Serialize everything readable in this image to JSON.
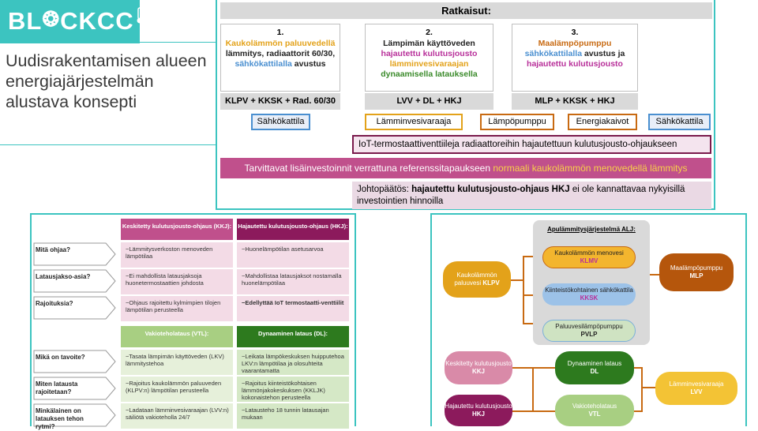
{
  "logo": {
    "text": "BL",
    "o": "❂",
    "rest": "CKCC"
  },
  "title": "Uudisrakentamisen alueen energiajärjestelmän alustava konsepti",
  "ratkaisut": "Ratkaisut:",
  "solutions": [
    {
      "num": "1.",
      "parts": [
        [
          "Kaukolämmön paluuvedellä",
          "#e3a21a"
        ],
        [
          " lämmitys, radiaattorit 60/30, ",
          "#222"
        ],
        [
          "sähkökattilalla",
          "#4a8fd0"
        ],
        [
          " avustus",
          "#222"
        ]
      ],
      "code": "KLPV + KKSK + Rad. 60/30"
    },
    {
      "num": "2.",
      "parts": [
        [
          "Lämpimän käyttöveden ",
          "#222"
        ],
        [
          "hajautettu kulutusjousto",
          "#b8309a"
        ],
        [
          " ",
          "#222"
        ],
        [
          "lämminvesivaraajan",
          "#e3a21a"
        ],
        [
          " ",
          "#222"
        ],
        [
          "dynaamisella latauksella",
          "#3a8a2a"
        ]
      ],
      "code": "LVV + DL + HKJ"
    },
    {
      "num": "3.",
      "parts": [
        [
          "Maalämpöpumppu",
          "#c86a12"
        ],
        [
          " ",
          "#222"
        ],
        [
          "sähkökattilalla",
          "#4a8fd0"
        ],
        [
          " avustus ja ",
          "#222"
        ],
        [
          "hajautettu kulutusjousto",
          "#b8309a"
        ]
      ],
      "code": "MLP + KKSK + HKJ"
    }
  ],
  "tags": [
    {
      "label": "Sähkökattila",
      "color": "#4a8fd0",
      "bg": "#e8eef8"
    },
    {
      "label": "Lämminvesivaraaja",
      "color": "#e3a21a",
      "bg": "#fff"
    },
    {
      "label": "Lämpöpumppu",
      "color": "#c86a12",
      "bg": "#fff"
    },
    {
      "label": "Energiakaivot",
      "color": "#c86a12",
      "bg": "#fff"
    },
    {
      "label": "Sähkökattila",
      "color": "#4a8fd0",
      "bg": "#e8eef8"
    }
  ],
  "iot": "IoT-termostaattiventtiileja radiaattoreihin hajautettuun kulutusjousto-ohjaukseen",
  "additional": {
    "text": "Tarvittavat lisäinvestoinnit verrattuna referenssitapaukseen ",
    "highlight": "normaali kaukolämmön menovedellä lämmitys"
  },
  "conclusion": {
    "prefix": "Johtopäätös: ",
    "bold": "hajautettu kulutusjousto-ohjaus HKJ",
    "suffix": " ei ole kannattavaa nykyisillä investointien hinnoilla"
  },
  "table": {
    "h1a": "Keskitetty kulutusjousto-ohjaus (KKJ):",
    "h1b": "Hajautettu kulutusjousto-ohjaus (HKJ):",
    "rows1": [
      {
        "label": "Mitä ohjaa?",
        "a": "−Lämmitysverkoston menoveden lämpötilaa",
        "b": "−Huonelämpötilan asetusarvoa"
      },
      {
        "label": "Latausjakso-asia?",
        "a": "−Ei mahdollista latausjaksoja huonetermostaattien johdosta",
        "b": "−Mahdollistaa latausjaksot nostamalla huonelämpötilaa"
      },
      {
        "label": "Rajoituksia?",
        "a": "−Ohjaus rajoitettu kylmimpien tilojen lämpötilan perusteella",
        "b": "−Edellyttää IoT termostaatti-venttiilit"
      }
    ],
    "h2a": "Vakioteholataus (VTL):",
    "h2b": "Dynaaminen lataus (DL):",
    "rows2": [
      {
        "label": "Mikä on tavoite?",
        "a": "−Tasata lämpimän käyttöveden (LKV) lämmitystehoa",
        "b": "−Leikata lämpökeskuksen huipputehoa LKV:n lämpötilaa ja olosuhteita vaarantamatta"
      },
      {
        "label": "Miten latausta rajoitetaan?",
        "a": "−Rajoitus kaukolämmön paluuveden (KLPV:n) lämpötilan perusteella",
        "b": "−Rajoitus kiinteistökohtaisen lämmönjakokeskuksen (KKLJK) kokonaistehon perusteella"
      },
      {
        "label": "Minkälainen on latauksen tehon rytmi?",
        "a": "−Ladataan lämminvesivaraajan (LVV:n) säiliötä vakioteholla 24/7",
        "b": "−Lataustehо 18 tunnin latausajan mukaan"
      }
    ]
  },
  "diagram": {
    "alj": "Apulämmitysjärjestelmä ALJ:",
    "klpv": [
      "Kaukolämmön paluuvesi ",
      "KLPV"
    ],
    "klmv": [
      "Kaukolämmön menovesi",
      "KLMV"
    ],
    "kksk": [
      "Kiinteistökohtainen sähkökattila ",
      "KKSK"
    ],
    "pvlp": [
      "Paluuvesilämpöpumppu",
      "PVLP"
    ],
    "mlp": [
      "Maalämpöpumppu",
      "MLP"
    ],
    "kkj": [
      "Keskitetty kulutusjousto ",
      "KKJ"
    ],
    "hkj": [
      "Hajautettu kulutusjousto ",
      "HKJ"
    ],
    "dl": [
      "Dynaaminen lataus",
      "DL"
    ],
    "vtl": [
      "Vakioteholataus",
      "VTL"
    ],
    "lvv": [
      "Lämminvesivaraaja",
      "LVV"
    ]
  }
}
